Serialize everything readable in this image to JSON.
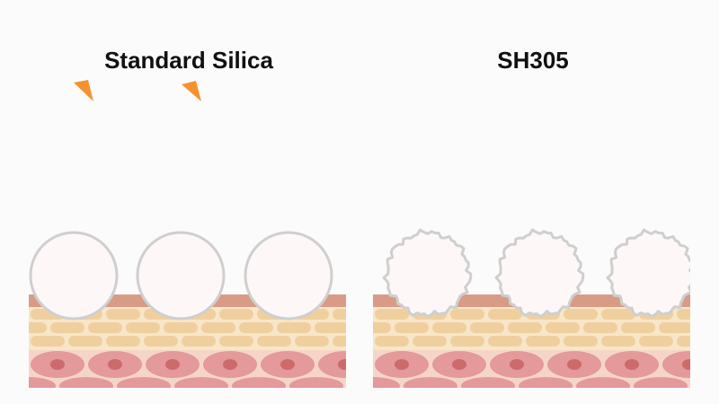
{
  "panels": [
    {
      "title": "Standard Silica",
      "particle_style": "smooth"
    },
    {
      "title": "SH305",
      "particle_style": "rough"
    }
  ],
  "colors": {
    "background": "#fbfbfb",
    "arrow": "#f5922f",
    "particle_fill": "#fdf8f7",
    "particle_stroke": "#cfcfcf",
    "skin_top": "#d89c86",
    "skin_cell": "#f0cf9f",
    "skin_cell_gap": "#f7e6c8",
    "skin_lower": "#f6d5c9",
    "skin_lower_cell": "#e4999a",
    "skin_lower_nucleus": "#cc6b6c"
  },
  "icons": [
    "arrow-icon",
    "arrow-icon"
  ]
}
